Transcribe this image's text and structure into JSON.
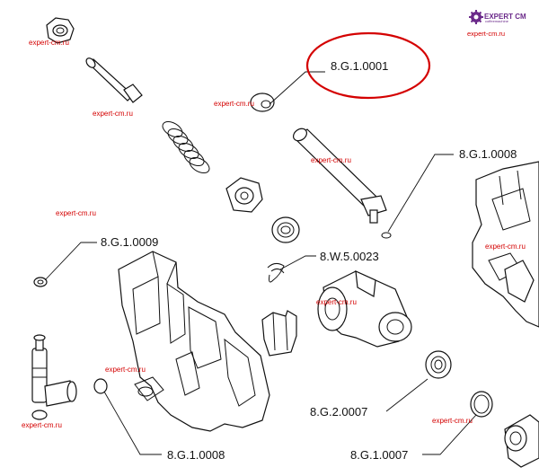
{
  "brand": {
    "name": "EXPERT CM",
    "tagline": "coffeemachine",
    "url": "expert-cm.ru",
    "logo_color": "#6b2a8a"
  },
  "watermark_text": "expert-cm.ru",
  "watermark_color": "#d40000",
  "highlight_color": "#d40000",
  "callouts": {
    "c1": "8.G.1.0001",
    "c2": "8.G.1.0008",
    "c3": "8.G.1.0009",
    "c4": "8.W.5.0023",
    "c5": "8.G.2.0007",
    "c6": "8.G.1.0008",
    "c7": "8.G.1.0007"
  }
}
